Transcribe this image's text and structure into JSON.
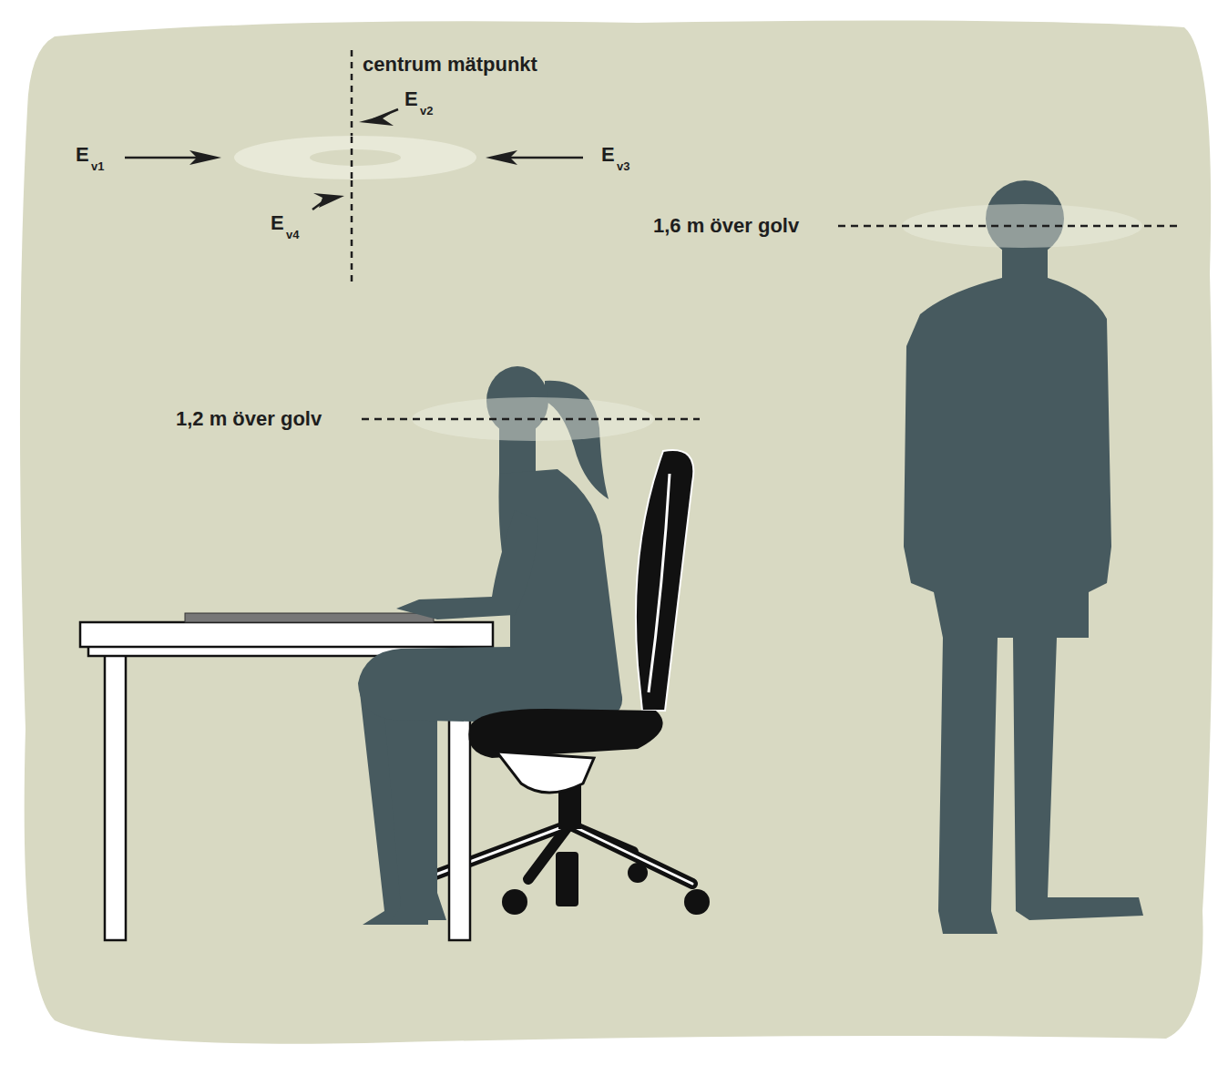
{
  "diagram": {
    "labels": [
      "centrum mätpunkt",
      "E",
      "v2",
      "E",
      "v1",
      "E",
      "v3",
      "E",
      "v4",
      "1,6 m över golv",
      "1,2 m över golv"
    ]
  }
}
